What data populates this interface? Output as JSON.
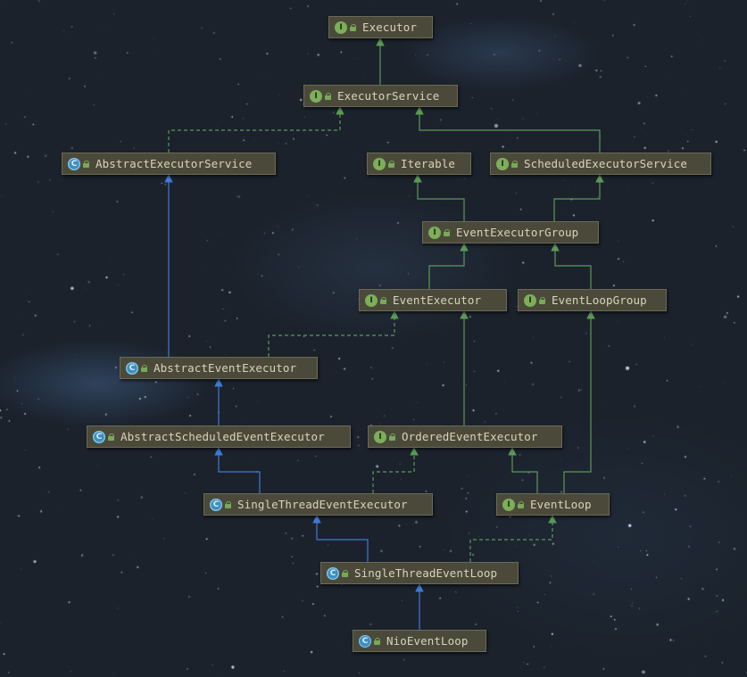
{
  "diagram": {
    "nodes": [
      {
        "id": "executor",
        "label": "Executor",
        "kind": "interface",
        "icon": "interface-icon"
      },
      {
        "id": "executor-service",
        "label": "ExecutorService",
        "kind": "interface",
        "icon": "interface-icon"
      },
      {
        "id": "abstract-executor-service",
        "label": "AbstractExecutorService",
        "kind": "abstract-class",
        "icon": "abstract-class-icon"
      },
      {
        "id": "iterable",
        "label": "Iterable",
        "kind": "interface",
        "icon": "interface-icon"
      },
      {
        "id": "scheduled-executor-service",
        "label": "ScheduledExecutorService",
        "kind": "interface",
        "icon": "interface-icon"
      },
      {
        "id": "event-executor-group",
        "label": "EventExecutorGroup",
        "kind": "interface",
        "icon": "interface-icon"
      },
      {
        "id": "event-executor",
        "label": "EventExecutor",
        "kind": "interface",
        "icon": "interface-icon"
      },
      {
        "id": "event-loop-group",
        "label": "EventLoopGroup",
        "kind": "interface",
        "icon": "interface-icon"
      },
      {
        "id": "abstract-event-executor",
        "label": "AbstractEventExecutor",
        "kind": "abstract-class",
        "icon": "abstract-class-icon"
      },
      {
        "id": "abstract-scheduled-event-executor",
        "label": "AbstractScheduledEventExecutor",
        "kind": "abstract-class",
        "icon": "abstract-class-icon"
      },
      {
        "id": "ordered-event-executor",
        "label": "OrderedEventExecutor",
        "kind": "interface",
        "icon": "interface-icon"
      },
      {
        "id": "single-thread-event-executor",
        "label": "SingleThreadEventExecutor",
        "kind": "abstract-class",
        "icon": "abstract-class-icon"
      },
      {
        "id": "event-loop",
        "label": "EventLoop",
        "kind": "interface",
        "icon": "interface-icon"
      },
      {
        "id": "single-thread-event-loop",
        "label": "SingleThreadEventLoop",
        "kind": "abstract-class",
        "icon": "abstract-class-icon"
      },
      {
        "id": "nio-event-loop",
        "label": "NioEventLoop",
        "kind": "class",
        "icon": "class-icon"
      }
    ],
    "edges": [
      {
        "from": "executor-service",
        "to": "executor",
        "type": "extends-interface"
      },
      {
        "from": "abstract-executor-service",
        "to": "executor-service",
        "type": "implements"
      },
      {
        "from": "scheduled-executor-service",
        "to": "executor-service",
        "type": "extends-interface"
      },
      {
        "from": "event-executor-group",
        "to": "iterable",
        "type": "extends-interface"
      },
      {
        "from": "event-executor-group",
        "to": "scheduled-executor-service",
        "type": "extends-interface"
      },
      {
        "from": "event-executor",
        "to": "event-executor-group",
        "type": "extends-interface"
      },
      {
        "from": "event-loop-group",
        "to": "event-executor-group",
        "type": "extends-interface"
      },
      {
        "from": "abstract-event-executor",
        "to": "abstract-executor-service",
        "type": "extends-class"
      },
      {
        "from": "abstract-event-executor",
        "to": "event-executor",
        "type": "implements"
      },
      {
        "from": "abstract-scheduled-event-executor",
        "to": "abstract-event-executor",
        "type": "extends-class"
      },
      {
        "from": "ordered-event-executor",
        "to": "event-executor",
        "type": "extends-interface"
      },
      {
        "from": "single-thread-event-executor",
        "to": "abstract-scheduled-event-executor",
        "type": "extends-class"
      },
      {
        "from": "single-thread-event-executor",
        "to": "ordered-event-executor",
        "type": "implements"
      },
      {
        "from": "event-loop",
        "to": "ordered-event-executor",
        "type": "extends-interface"
      },
      {
        "from": "event-loop",
        "to": "event-loop-group",
        "type": "extends-interface"
      },
      {
        "from": "single-thread-event-loop",
        "to": "single-thread-event-executor",
        "type": "extends-class"
      },
      {
        "from": "single-thread-event-loop",
        "to": "event-loop",
        "type": "implements"
      },
      {
        "from": "nio-event-loop",
        "to": "single-thread-event-loop",
        "type": "extends-class"
      }
    ],
    "colors": {
      "node_fill": "#4b4a3a",
      "node_text": "#d8d3bb",
      "interface_badge": "#7dae5a",
      "class_badge": "#3e8ec0",
      "interface_edge": "#5b9a55",
      "class_edge": "#3d7ad6",
      "background": "#1b222c"
    }
  }
}
